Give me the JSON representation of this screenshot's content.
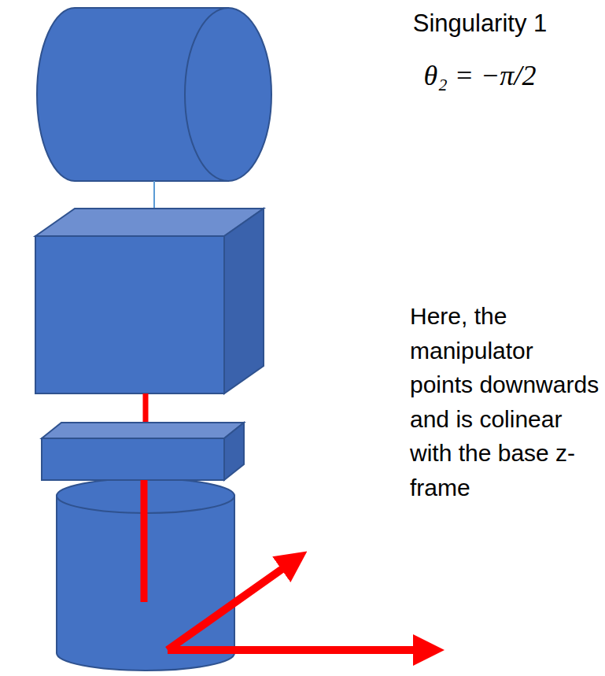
{
  "diagram": {
    "labels": [
      "Singularity 1",
      "θ₂ = −π/2",
      "Here, the manipulator points downwards and is colinear with the base z-frame"
    ]
  }
}
